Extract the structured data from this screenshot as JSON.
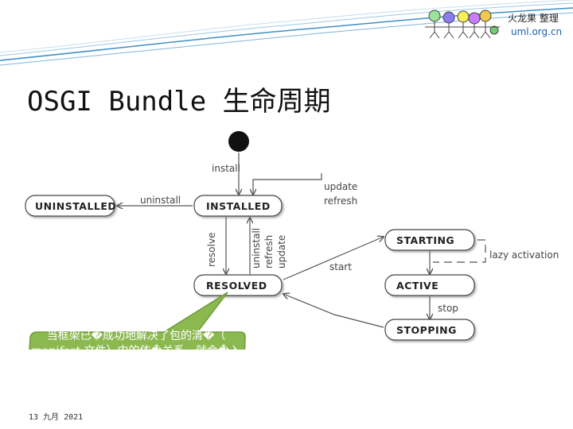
{
  "slide": {
    "title": "OSGI Bundle 生命周期",
    "footer_date": "13 九月 2021"
  },
  "logo": {
    "name": "火龙果 整理",
    "site": "uml.org.cn",
    "circle_colors": [
      "#9be39b",
      "#8a7cf0",
      "#f7ef54",
      "#c97cff",
      "#f2c94c",
      "#6fcf6f"
    ]
  },
  "diagram": {
    "states": {
      "uninstalled": "UNINSTALLED",
      "installed": "INSTALLED",
      "resolved": "RESOLVED",
      "starting": "STARTING",
      "active": "ACTIVE",
      "stopping": "STOPPING"
    },
    "transitions": {
      "install": "install",
      "uninstall": "uninstall",
      "update": "update",
      "refresh": "refresh",
      "resolve": "resolve",
      "uninstall_v": "uninstall",
      "refresh_v": "refresh",
      "update_v": "update",
      "start": "start",
      "lazy_activation": "lazy activation",
      "stop": "stop"
    }
  },
  "callout": {
    "text": "当框架已�成功地解决了包的清�（ manifest 文件）中的依�关系，就会�入 RESOLVED状�"
  },
  "colors": {
    "callout_fill": "#8bb94f",
    "callout_stroke": "#6f9a3a",
    "background_wave": "#3f8fc6"
  }
}
